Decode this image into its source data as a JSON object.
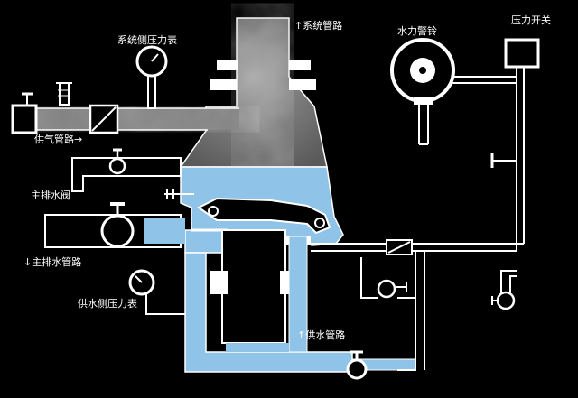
{
  "labels": {
    "system_gauge": "系统侧压力表",
    "system_pipe": "系统管路",
    "water_gong": "水力警铃",
    "pressure_switch": "压力开关",
    "air_supply_pipe": "供气管路",
    "main_drain_valve": "主排水阀",
    "main_drain_pipe": "主排水管路",
    "supply_gauge": "供水侧压力表",
    "supply_pipe": "供水管路"
  },
  "arrows": {
    "up": "↑",
    "right": "→",
    "down": "↓"
  },
  "colors": {
    "background": "#000000",
    "water": "#8fc3e8",
    "air": "#8a8a8a",
    "metal": "#ffffff",
    "line": "#ffffff"
  }
}
